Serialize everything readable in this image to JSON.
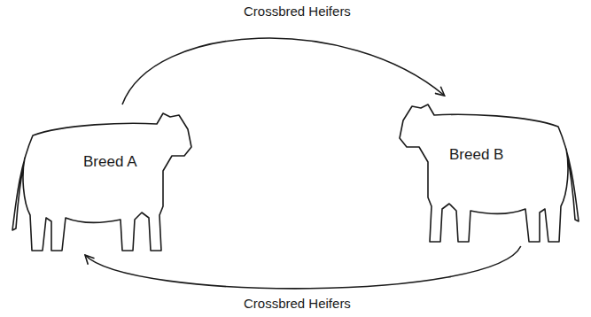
{
  "diagram": {
    "nodes": [
      {
        "text": [
          "Breed A"
        ]
      },
      {
        "text": [
          "Breed B"
        ]
      }
    ],
    "edges": [
      {
        "from": 0,
        "to": 1,
        "arrow": "to",
        "label": "Crossbred Heifers"
      },
      {
        "from": 1,
        "to": 0,
        "arrow": "to",
        "label": "Crossbred Heifers"
      }
    ]
  }
}
